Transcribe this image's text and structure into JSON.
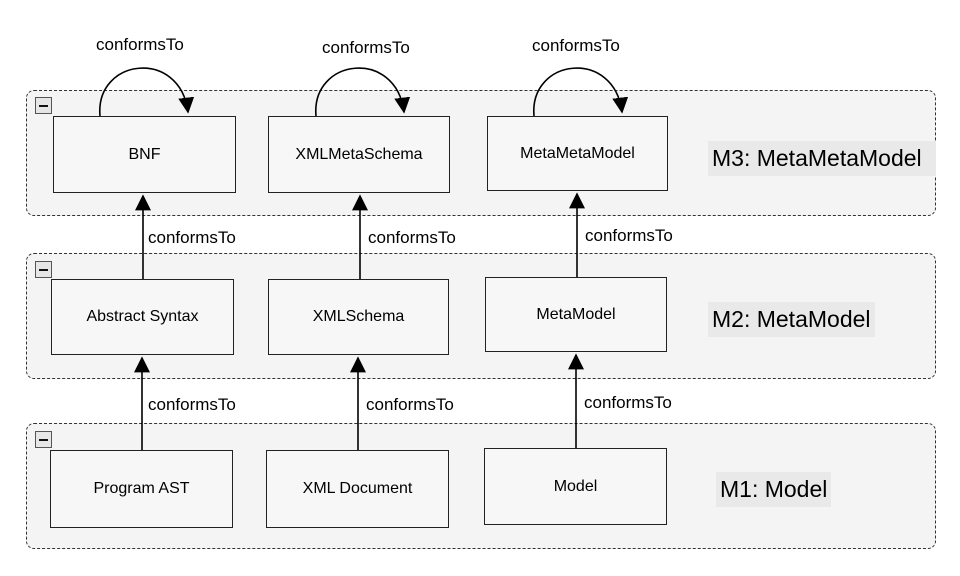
{
  "layers": [
    {
      "id": "m3",
      "label": "M3: MetaMetaModel",
      "nodes": [
        "BNF",
        "XMLMetaSchema",
        "MetaMetaModel"
      ],
      "self_loop_labels": [
        "conformsTo",
        "conformsTo",
        "conformsTo"
      ]
    },
    {
      "id": "m2",
      "label": "M2: MetaModel",
      "nodes": [
        "Abstract Syntax",
        "XMLSchema",
        "MetaModel"
      ]
    },
    {
      "id": "m1",
      "label": "M1: Model",
      "nodes": [
        "Program AST",
        "XML Document",
        "Model"
      ]
    }
  ],
  "edges_m2_to_m3": [
    "conformsTo",
    "conformsTo",
    "conformsTo"
  ],
  "edges_m1_to_m2": [
    "conformsTo",
    "conformsTo",
    "conformsTo"
  ]
}
